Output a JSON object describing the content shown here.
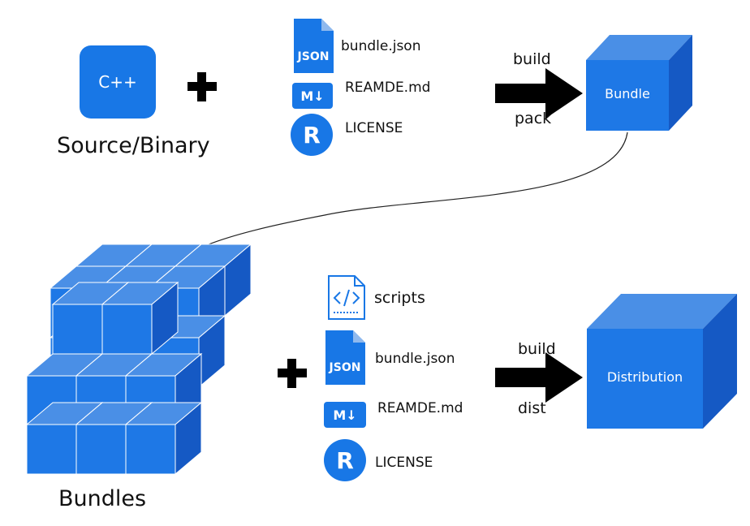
{
  "top": {
    "source_icon_text": "C++",
    "source_label": "Source/Binary",
    "files": {
      "json_icon_text": "JSON",
      "json_label": "bundle.json",
      "md_icon_text": "M↓",
      "md_label": "REAMDE.md",
      "license_icon_text": "R",
      "license_label": "LICENSE"
    },
    "arrow_label_top": "build",
    "arrow_label_bottom": "pack",
    "cube_label": "Bundle"
  },
  "bottom": {
    "cluster_label": "Bundles",
    "files": {
      "scripts_label": "scripts",
      "json_icon_text": "JSON",
      "json_label": "bundle.json",
      "md_icon_text": "M↓",
      "md_label": "REAMDE.md",
      "license_icon_text": "R",
      "license_label": "LICENSE"
    },
    "arrow_label_top": "build",
    "arrow_label_bottom": "dist",
    "cube_label": "Distribution"
  },
  "colors": {
    "blue": "#1877e6",
    "front": "#1e78e6",
    "top": "#4a8fe6",
    "side": "#1559c4",
    "edge": "#ffffff",
    "arrow": "#000000"
  },
  "icons": {
    "plus": "plus-icon",
    "source": "cpp-file-icon",
    "json": "json-file-icon",
    "markdown": "markdown-icon",
    "license": "r-license-icon",
    "scripts": "code-file-icon",
    "arrow": "right-arrow-icon",
    "curve": "curved-arrow-icon",
    "cube": "cube-icon",
    "cluster": "cube-cluster-icon"
  }
}
